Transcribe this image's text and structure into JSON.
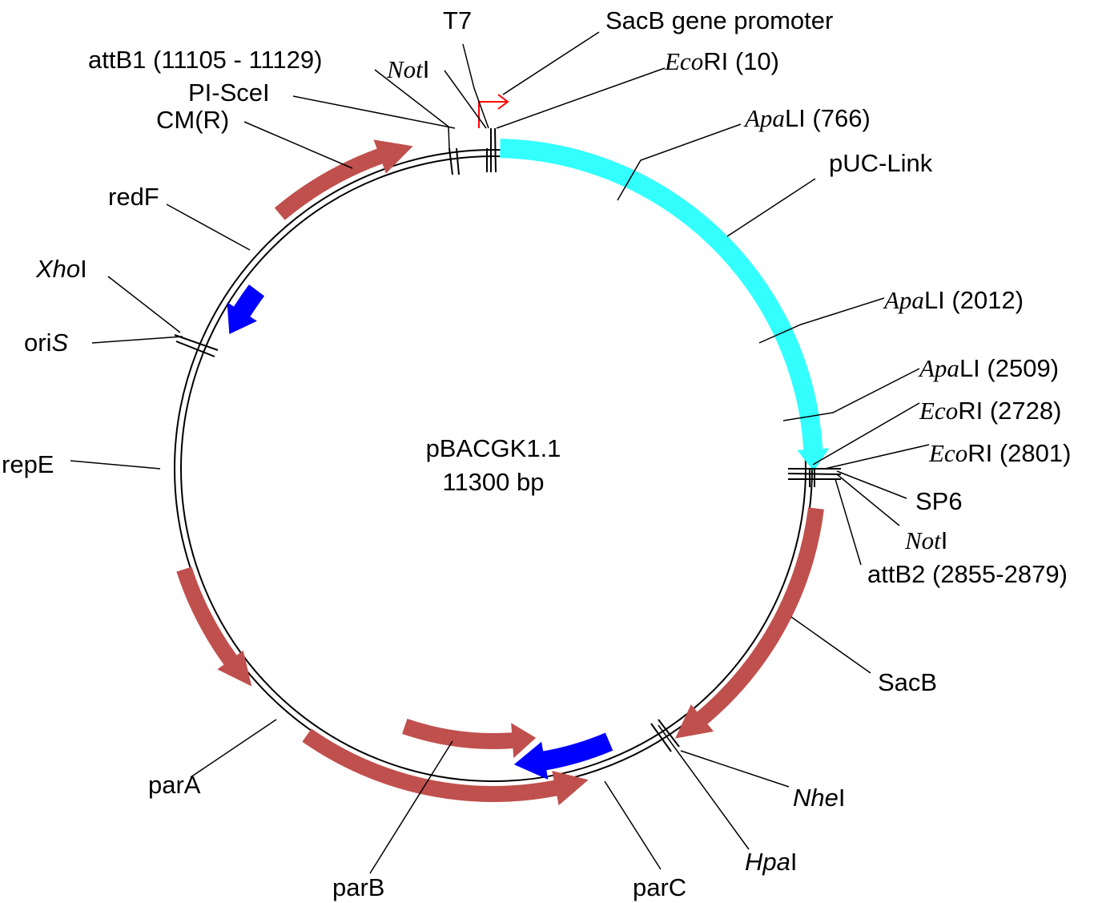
{
  "plasmid": {
    "name": "pBACGK1.1",
    "size": "11300 bp"
  },
  "colors": {
    "feature_red": "#c0504d",
    "feature_blue": "#0000ff",
    "feature_cyan": "#33ffff",
    "promoter_arrow": "#ff0000",
    "backbone": "#000000"
  },
  "labels": {
    "t7": "T7",
    "sacb_promoter": "SacB gene promoter",
    "attb1": "attB1 (11105 - 11129)",
    "noti_top_enzyme": "Not",
    "noti_top_suffix": "I",
    "ecori_10_enzyme": "Eco",
    "ecori_10_suffix": "RI (10)",
    "pisce": "PI-SceI",
    "cmr": "CM(R)",
    "apali_766_enzyme": "Apa",
    "apali_766_suffix": "LI (766)",
    "puc_link": "pUC-Link",
    "redf": "redF",
    "xhoi_prefix": "Xho",
    "xhoi_suffix": "I",
    "oris_prefix": "ori",
    "oris_suffix": "S",
    "apali_2012_enzyme": "Apa",
    "apali_2012_suffix": "LI (2012)",
    "apali_2509_enzyme": "Apa",
    "apali_2509_suffix": "LI (2509)",
    "ecori_2728_enzyme": "Eco",
    "ecori_2728_suffix": "RI (2728)",
    "ecori_2801_enzyme": "Eco",
    "ecori_2801_suffix": "RI (2801)",
    "sp6": "SP6",
    "noti_bottom_enzyme": "Not",
    "noti_bottom_suffix": "I",
    "attb2": "attB2 (2855-2879)",
    "repe": "repE",
    "sacb": "SacB",
    "nhei_prefix": "Nhe",
    "nhei_suffix": "I",
    "hpai_prefix": "Hpa",
    "hpai_suffix": "I",
    "para": "parA",
    "parb": "parB",
    "parc": "parC"
  }
}
